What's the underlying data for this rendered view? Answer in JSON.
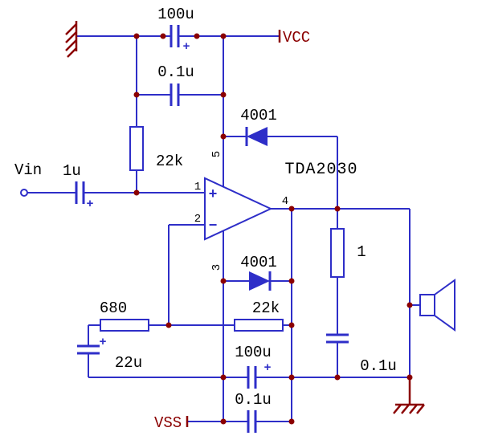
{
  "colors": {
    "wire": "#2E2EC8",
    "power": "#8B0000",
    "junction": "#8B0000",
    "label": "#000000",
    "background": "#FFFFFF"
  },
  "labels": {
    "vin": "Vin",
    "vcc": "VCC",
    "vss": "VSS",
    "ic": "TDA2030"
  },
  "components": {
    "supply_cap_large": "100u",
    "supply_cap_small": "0.1u",
    "input_bias_resistor": "22k",
    "input_cap": "1u",
    "clamp_diode_top": "4001",
    "clamp_diode_bottom": "4001",
    "feedback_resistor": "22k",
    "gain_resistor": "680",
    "gain_cap": "22u",
    "neg_supply_cap_large": "100u",
    "neg_supply_cap_small": "0.1u",
    "output_resistor": "1",
    "output_cap": "0.1u"
  },
  "pins": {
    "pin1": "1",
    "pin2": "2",
    "pin3": "3",
    "pin4": "4",
    "pin5": "5"
  },
  "symbols": {
    "plus": "+",
    "noninverting": "+",
    "inverting": "−"
  }
}
